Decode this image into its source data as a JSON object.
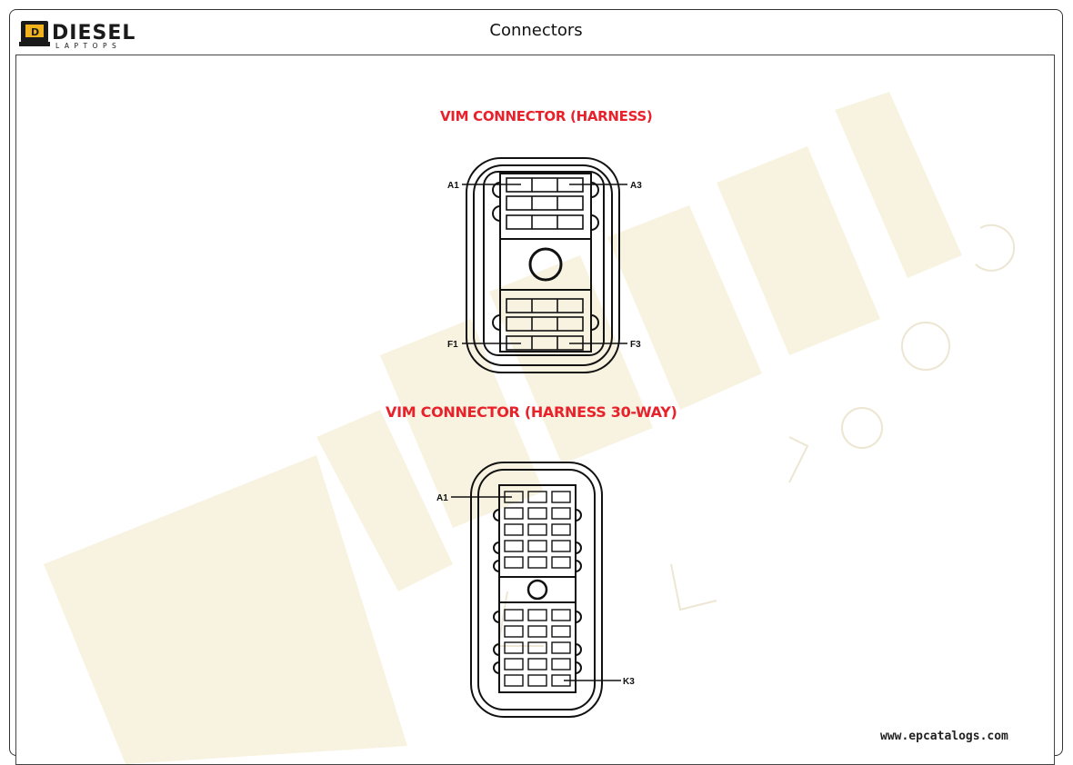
{
  "header": {
    "brand_top": "DIESEL",
    "brand_bottom": "LAPTOPS",
    "title": "Connectors"
  },
  "connectors": [
    {
      "title": "VIM CONNECTOR (HARNESS)",
      "labels": {
        "top_left": "A1",
        "top_right": "A3",
        "bottom_left": "F1",
        "bottom_right": "F3"
      }
    },
    {
      "title": "VIM CONNECTOR (HARNESS 30-WAY)",
      "labels": {
        "top_left": "A1",
        "bottom_right": "K3"
      }
    }
  ],
  "footer": {
    "site": "www.epcatalogs.com"
  },
  "colors": {
    "accent": "#e8212b",
    "watermark": "#f7f0d8"
  }
}
